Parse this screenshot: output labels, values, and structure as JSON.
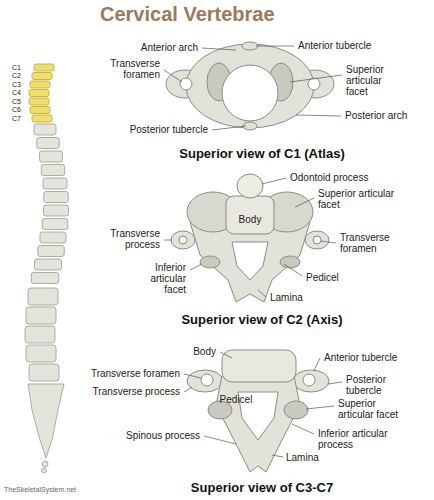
{
  "diagram": {
    "title": "Cervical Vertebrae",
    "labels": [
      "C1",
      "C2",
      "C3",
      "C4",
      "C5",
      "C6",
      "C7",
      "Anterior arch",
      "Anterior tubercle",
      "Transverse foramen",
      "Superior articular facet",
      "Posterior tubercle",
      "Posterior arch",
      "Superior view of C1 (Atlas)",
      "Odontoid process",
      "Superior articular facet",
      "Transverse process",
      "Transverse foramen",
      "Body",
      "Inferior articular facet",
      "Pedicel",
      "Lamina",
      "Superior view of C2 (Axis)",
      "Body",
      "Anterior tubercle",
      "Transverse foramen",
      "Posterior tubercle",
      "Transverse process",
      "Pedicel",
      "Superior articular facet",
      "Spinous process",
      "Inferior articular process",
      "Lamina",
      "Superior view of C3-C7",
      "TheSkeletalSystem.net"
    ]
  }
}
